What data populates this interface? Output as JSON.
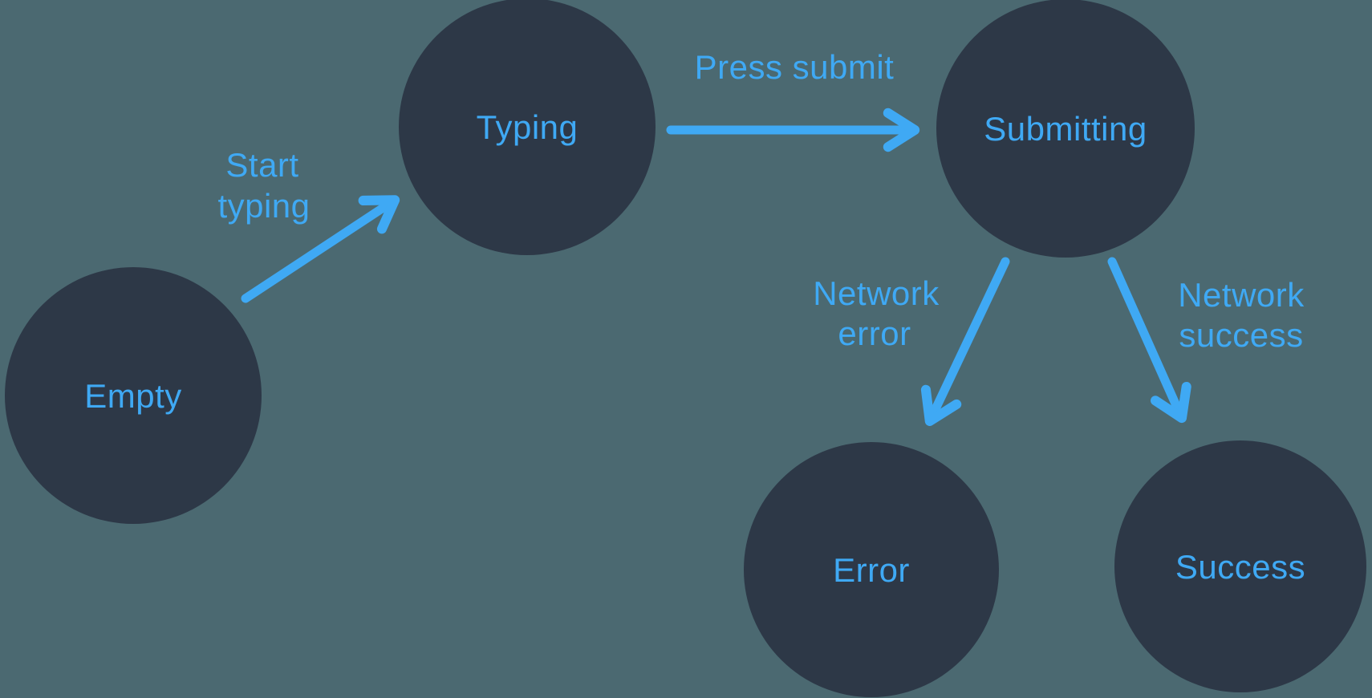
{
  "colors": {
    "background": "#4B6971",
    "node_fill": "#2D3847",
    "accent": "#3FA9F4"
  },
  "diagram_type": "state-machine",
  "nodes": [
    {
      "id": "empty",
      "label": "Empty"
    },
    {
      "id": "typing",
      "label": "Typing"
    },
    {
      "id": "submitting",
      "label": "Submitting"
    },
    {
      "id": "error",
      "label": "Error"
    },
    {
      "id": "success",
      "label": "Success"
    }
  ],
  "edges": [
    {
      "id": "start-typing",
      "from": "empty",
      "to": "typing",
      "label_lines": [
        "Start",
        "typing"
      ]
    },
    {
      "id": "press-submit",
      "from": "typing",
      "to": "submitting",
      "label_lines": [
        "Press submit"
      ]
    },
    {
      "id": "network-error",
      "from": "submitting",
      "to": "error",
      "label_lines": [
        "Network",
        "error"
      ]
    },
    {
      "id": "network-success",
      "from": "submitting",
      "to": "success",
      "label_lines": [
        "Network",
        "success"
      ]
    }
  ]
}
